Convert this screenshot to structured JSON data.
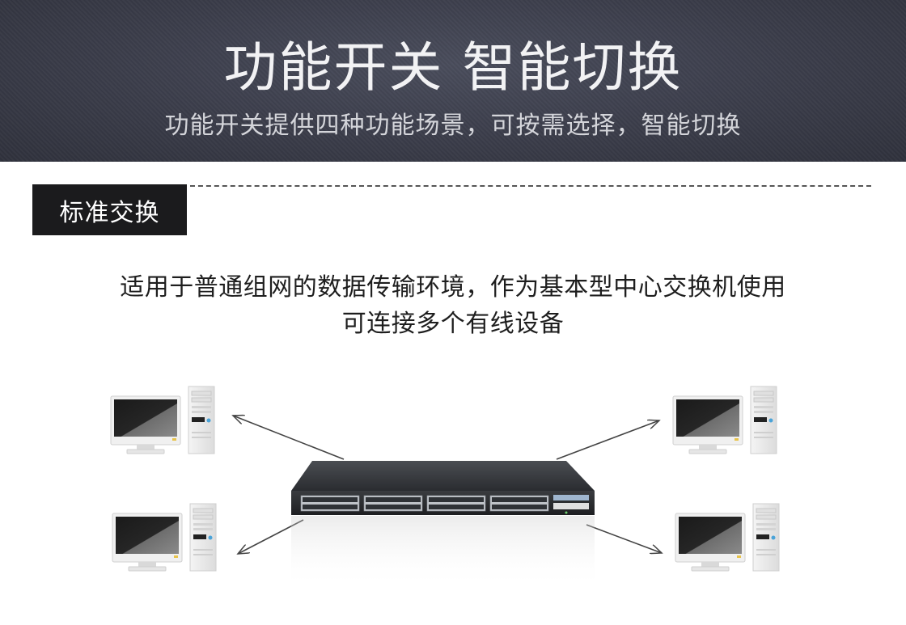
{
  "banner": {
    "title": "功能开关 智能切换",
    "subtitle": "功能开关提供四种功能场景，可按需选择，智能切换"
  },
  "section": {
    "tag": "标准交换",
    "description_line1": "适用于普通组网的数据传输环境，作为基本型中心交换机使用",
    "description_line2": "可连接多个有线设备"
  },
  "colors": {
    "banner_bg": "#3b3d4a",
    "tag_bg": "#1b1b1d"
  },
  "diagram": {
    "devices": [
      "computer-top-left",
      "computer-bottom-left",
      "computer-top-right",
      "computer-bottom-right"
    ],
    "center": "network-switch"
  }
}
